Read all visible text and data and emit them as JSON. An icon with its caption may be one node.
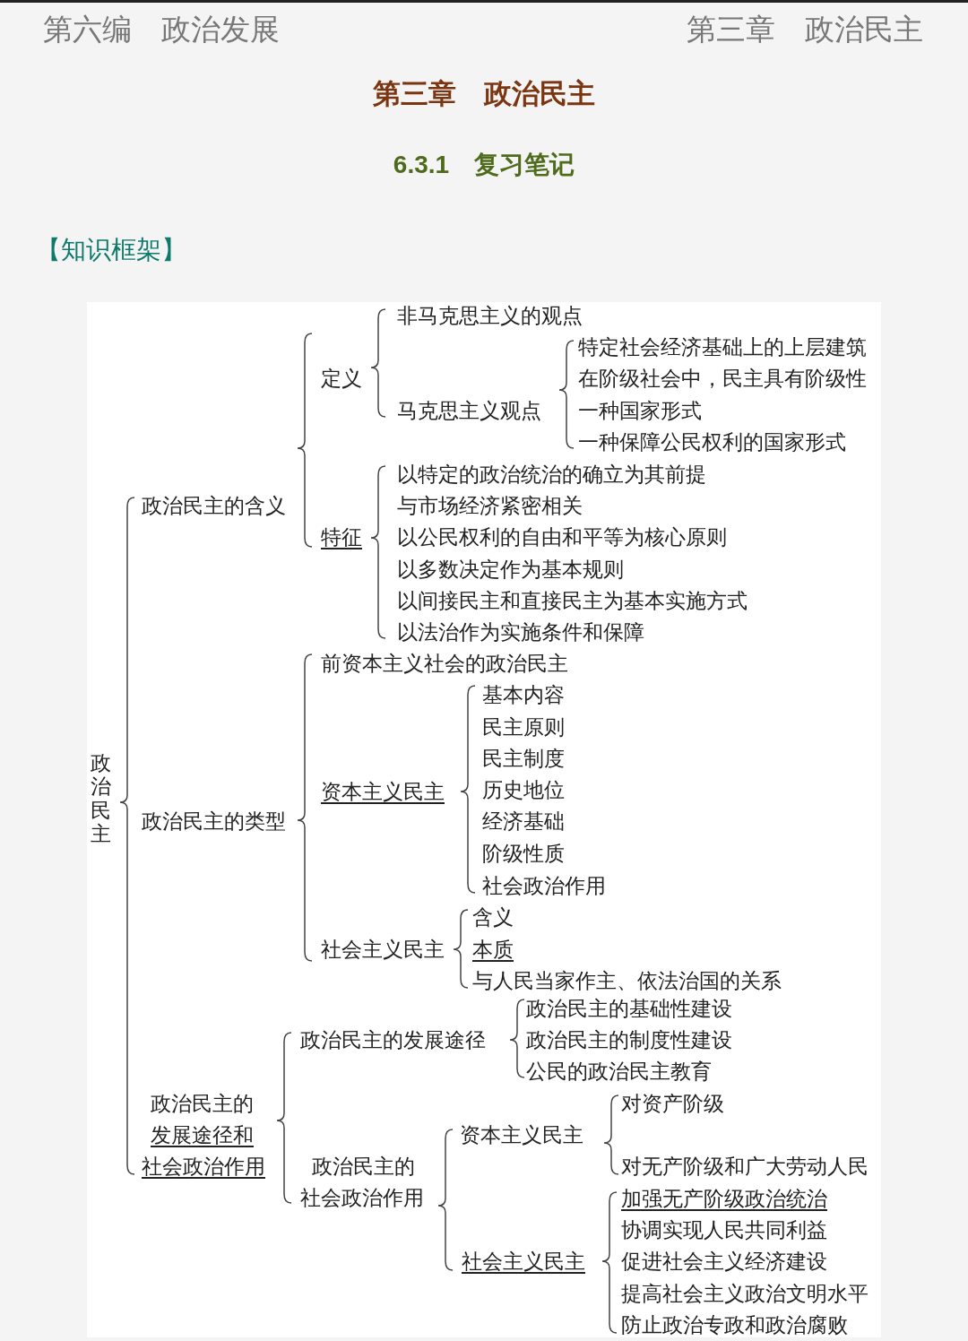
{
  "diagram": {
    "title": "第三章　政治民主",
    "labels": [
      "第六编　政治发展",
      "第三章　政治民主",
      "6.3.1　复习笔记",
      "【知识框架】",
      "政治民主",
      "政治民主的含义",
      "定义",
      "非马克思主义的观点",
      "马克思主义观点",
      "特定社会经济基础上的上层建筑",
      "在阶级社会中，民主具有阶级性",
      "一种国家形式",
      "一种保障公民权利的国家形式",
      "特征",
      "以特定的政治统治的确立为其前提",
      "与市场经济紧密相关",
      "以公民权利的自由和平等为核心原则",
      "以多数决定作为基本规则",
      "以间接民主和直接民主为基本实施方式",
      "以法治作为实施条件和保障",
      "政治民主的类型",
      "前资本主义社会的政治民主",
      "资本主义民主",
      "基本内容",
      "民主原则",
      "民主制度",
      "历史地位",
      "经济基础",
      "阶级性质",
      "社会政治作用",
      "社会主义民主",
      "含义",
      "本质",
      "与人民当家作主、依法治国的关系",
      "政治民主的",
      "发展途径和",
      "社会政治作用",
      "政治民主的发展途径",
      "政治民主的基础性建设",
      "政治民主的制度性建设",
      "公民的政治民主教育",
      "政治民主的",
      "社会政治作用",
      "资本主义民主",
      "对资产阶级",
      "对无产阶级和广大劳动人民",
      "社会主义民主",
      "加强无产阶级政治统治",
      "协调实现人民共同利益",
      "促进社会主义经济建设",
      "提高社会主义政治文明水平",
      "防止政治专政和政治腐败"
    ]
  }
}
